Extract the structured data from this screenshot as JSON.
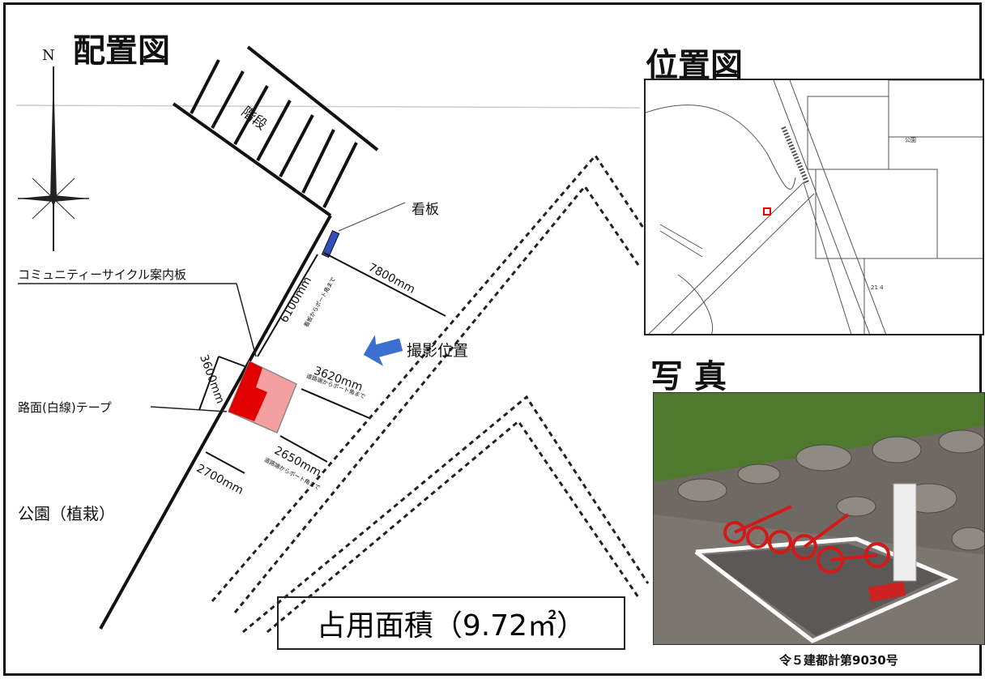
{
  "titles": {
    "layout_plan": "配置図",
    "location_map": "位置図",
    "photo": "写真"
  },
  "compass": {
    "north_label": "N"
  },
  "labels": {
    "stairs": "階段",
    "signboard": "看板",
    "community_cycle_board": "コミュニティーサイクル案内板",
    "road_tape": "路面(白線)テープ",
    "park_planting": "公園（植栽）",
    "shooting_position": "撮影位置"
  },
  "dimensions": {
    "d7800": "7800mm",
    "d6100": "6100mm",
    "d6100_note": "看板からポート角まで",
    "d3600": "3600mm",
    "d3620": "3620mm",
    "d3620_note": "道路端からポート角まで",
    "d2650": "2650mm",
    "d2650_note": "道路端からポート角まで",
    "d2700": "2700mm"
  },
  "map_labels": {
    "park": "公園",
    "lot": "21 4"
  },
  "occupied_area": "占用面積（9.72㎡）",
  "permit_number": "令５建都計第9030号",
  "colors": {
    "port_fill": "#f08080",
    "port_red": "#e00000",
    "arrow_blue": "#3b6fd0",
    "sign_blue": "#3050c0"
  }
}
